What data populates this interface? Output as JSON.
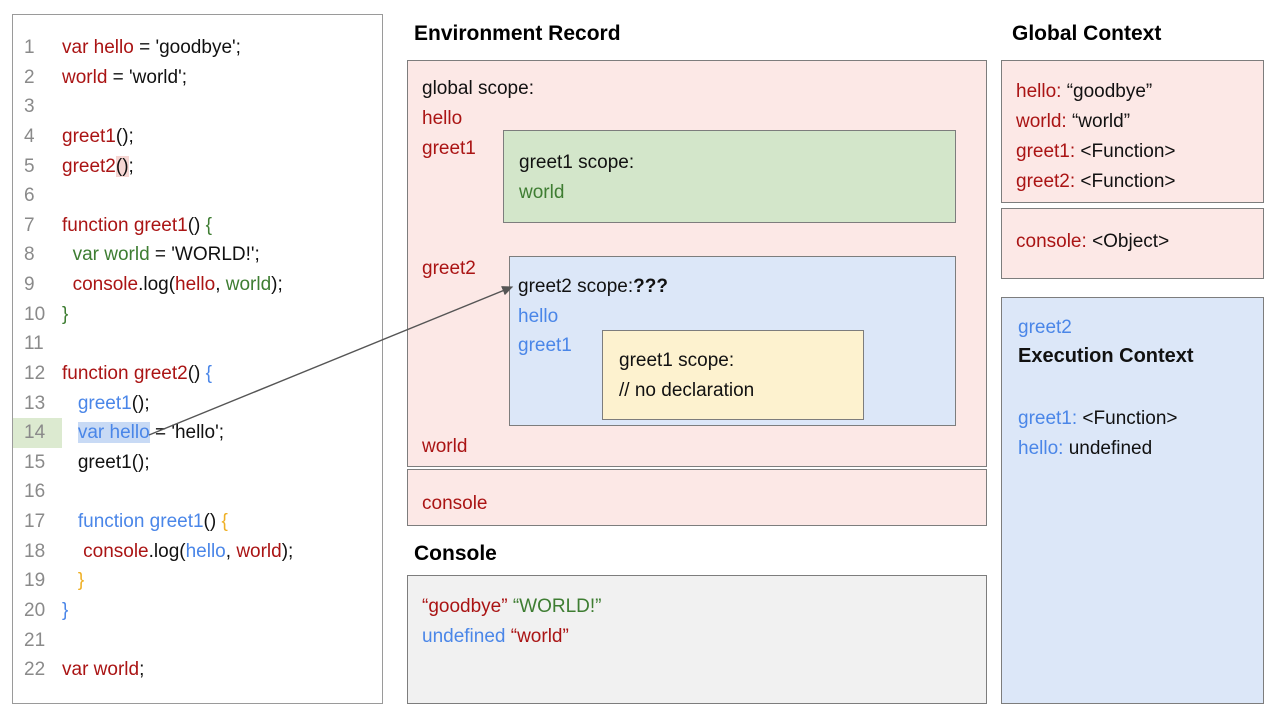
{
  "colors": {
    "red": "#aa1414",
    "blue": "#4a86e8",
    "green": "#3e7d32",
    "yellow": "#efb025",
    "gray": "#8a8a8a",
    "pink_bg": "#fce8e6",
    "green_bg": "#d3e6ca",
    "blue_bg": "#dce7f8",
    "yellow_bg": "#fdf2cf",
    "gray_bg": "#f1f1f1",
    "hl_blue": "#c8daf5",
    "hl_green": "#dcead0",
    "hl_pink": "#f6d6d3",
    "border": "#7d7d7d",
    "arrow": "#555555"
  },
  "code_panel": {
    "lines": [
      {
        "n": "1",
        "segs": [
          {
            "t": "var hello",
            "c": "red"
          },
          {
            "t": " = 'goodbye';",
            "c": "k"
          }
        ]
      },
      {
        "n": "2",
        "segs": [
          {
            "t": "world",
            "c": "red"
          },
          {
            "t": " = 'world';",
            "c": "k"
          }
        ]
      },
      {
        "n": "3",
        "segs": []
      },
      {
        "n": "4",
        "segs": [
          {
            "t": "greet1",
            "c": "red"
          },
          {
            "t": "();",
            "c": "k"
          }
        ]
      },
      {
        "n": "5",
        "segs": [
          {
            "t": "greet2",
            "c": "red"
          },
          {
            "t": "()",
            "c": "k",
            "hl": "pink"
          },
          {
            "t": ";",
            "c": "k"
          }
        ]
      },
      {
        "n": "6",
        "segs": []
      },
      {
        "n": "7",
        "segs": [
          {
            "t": "function greet1",
            "c": "red"
          },
          {
            "t": "() ",
            "c": "k"
          },
          {
            "t": "{",
            "c": "green"
          }
        ]
      },
      {
        "n": "8",
        "segs": [
          {
            "t": "  ",
            "c": "k"
          },
          {
            "t": "var world",
            "c": "green"
          },
          {
            "t": " = 'WORLD!';",
            "c": "k"
          }
        ]
      },
      {
        "n": "9",
        "segs": [
          {
            "t": "  ",
            "c": "k"
          },
          {
            "t": "console",
            "c": "red"
          },
          {
            "t": ".log(",
            "c": "k"
          },
          {
            "t": "hello",
            "c": "red"
          },
          {
            "t": ", ",
            "c": "k"
          },
          {
            "t": "world",
            "c": "green"
          },
          {
            "t": ");",
            "c": "k"
          }
        ]
      },
      {
        "n": "10",
        "segs": [
          {
            "t": "}",
            "c": "green"
          }
        ]
      },
      {
        "n": "11",
        "segs": []
      },
      {
        "n": "12",
        "segs": [
          {
            "t": "function greet2",
            "c": "red"
          },
          {
            "t": "() ",
            "c": "k"
          },
          {
            "t": "{",
            "c": "blue"
          }
        ]
      },
      {
        "n": "13",
        "segs": [
          {
            "t": "   ",
            "c": "k"
          },
          {
            "t": "greet1",
            "c": "blue"
          },
          {
            "t": "();",
            "c": "k"
          }
        ]
      },
      {
        "n": "14",
        "num_hl": true,
        "segs": [
          {
            "t": "   ",
            "c": "k"
          },
          {
            "t": "var hello",
            "c": "blue",
            "hl": "blue"
          },
          {
            "t": " = 'hello';",
            "c": "k"
          }
        ]
      },
      {
        "n": "15",
        "segs": [
          {
            "t": "   greet1();",
            "c": "k"
          }
        ]
      },
      {
        "n": "16",
        "segs": []
      },
      {
        "n": "17",
        "segs": [
          {
            "t": "   ",
            "c": "k"
          },
          {
            "t": "function greet1",
            "c": "blue"
          },
          {
            "t": "() ",
            "c": "k"
          },
          {
            "t": "{",
            "c": "yellow"
          }
        ]
      },
      {
        "n": "18",
        "segs": [
          {
            "t": "    ",
            "c": "k"
          },
          {
            "t": "console",
            "c": "red"
          },
          {
            "t": ".log(",
            "c": "k"
          },
          {
            "t": "hello",
            "c": "blue"
          },
          {
            "t": ", ",
            "c": "k"
          },
          {
            "t": "world",
            "c": "red"
          },
          {
            "t": ");",
            "c": "k"
          }
        ]
      },
      {
        "n": "19",
        "segs": [
          {
            "t": "   ",
            "c": "k"
          },
          {
            "t": "}",
            "c": "yellow"
          }
        ]
      },
      {
        "n": "20",
        "segs": [
          {
            "t": "}",
            "c": "blue"
          }
        ]
      },
      {
        "n": "21",
        "segs": []
      },
      {
        "n": "22",
        "segs": [
          {
            "t": "var world",
            "c": "red"
          },
          {
            "t": ";",
            "c": "k"
          }
        ]
      }
    ]
  },
  "environment_record": {
    "title": "Environment Record",
    "global_scope_label": "global scope:",
    "hello": "hello",
    "greet1": "greet1",
    "greet2": "greet2",
    "world": "world",
    "console": "console",
    "greet1_scope": {
      "label": "greet1 scope:",
      "world": "world"
    },
    "greet2_scope": {
      "label": "greet2 scope:",
      "unknown": "???",
      "hello": "hello",
      "greet1": "greet1",
      "inner_greet1_scope": {
        "label": "greet1 scope:",
        "comment": "// no declaration"
      }
    }
  },
  "console_panel": {
    "title": "Console",
    "lines": [
      [
        {
          "t": "“goodbye”",
          "c": "red"
        },
        {
          "t": " ",
          "c": "k"
        },
        {
          "t": "“WORLD!”",
          "c": "green"
        }
      ],
      [
        {
          "t": "undefined",
          "c": "blue"
        },
        {
          "t": " ",
          "c": "k"
        },
        {
          "t": "“world”",
          "c": "red"
        }
      ]
    ]
  },
  "global_context": {
    "title": "Global Context",
    "entries": [
      {
        "key": "hello:",
        "value": "“goodbye”"
      },
      {
        "key": "world:",
        "value": "“world”"
      },
      {
        "key": "greet1:",
        "value": "<Function>"
      },
      {
        "key": "greet2:",
        "value": "<Function>"
      }
    ],
    "console_entry": {
      "key": "console:",
      "value": "<Object>"
    }
  },
  "execution_context": {
    "function_name": "greet2",
    "title": "Execution Context",
    "entries": [
      {
        "key": "greet1:",
        "value": "<Function>"
      },
      {
        "key": "hello:",
        "value": "undefined"
      }
    ]
  }
}
